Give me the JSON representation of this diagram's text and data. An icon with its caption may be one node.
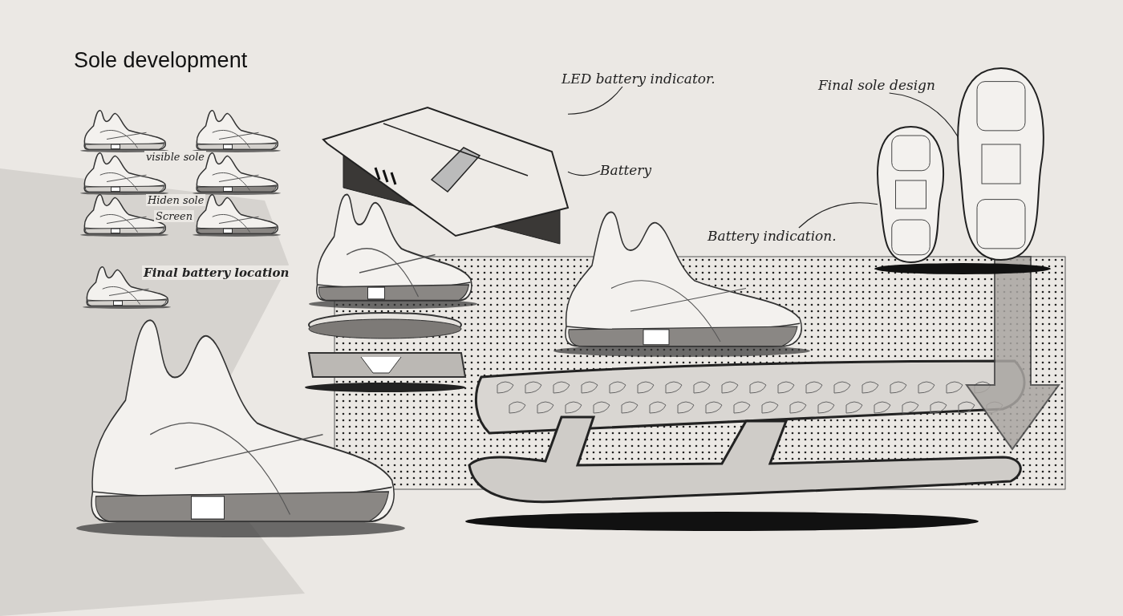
{
  "diagram": {
    "title": "Sole development",
    "nodes": [
      {
        "text": [
          "LED battery indicator."
        ]
      },
      {
        "text": [],
        "shape": "picture"
      },
      {
        "text": [
          "Battery"
        ]
      },
      {
        "text": [
          "Final sole design"
        ]
      },
      {
        "text": [],
        "shape": "picture"
      },
      {
        "text": [],
        "shape": "picture"
      },
      {
        "text": [
          "Battery indication."
        ]
      }
    ],
    "edges": [
      {
        "from": 0,
        "to": 1,
        "arrow": "none"
      },
      {
        "from": 2,
        "to": 1,
        "arrow": "none"
      },
      {
        "from": 3,
        "to": 5,
        "arrow": "none"
      },
      {
        "from": 6,
        "to": 4,
        "arrow": "none"
      }
    ],
    "labels": [
      "visible sole",
      "Hiden sole",
      "Screen",
      "Final battery location"
    ]
  }
}
